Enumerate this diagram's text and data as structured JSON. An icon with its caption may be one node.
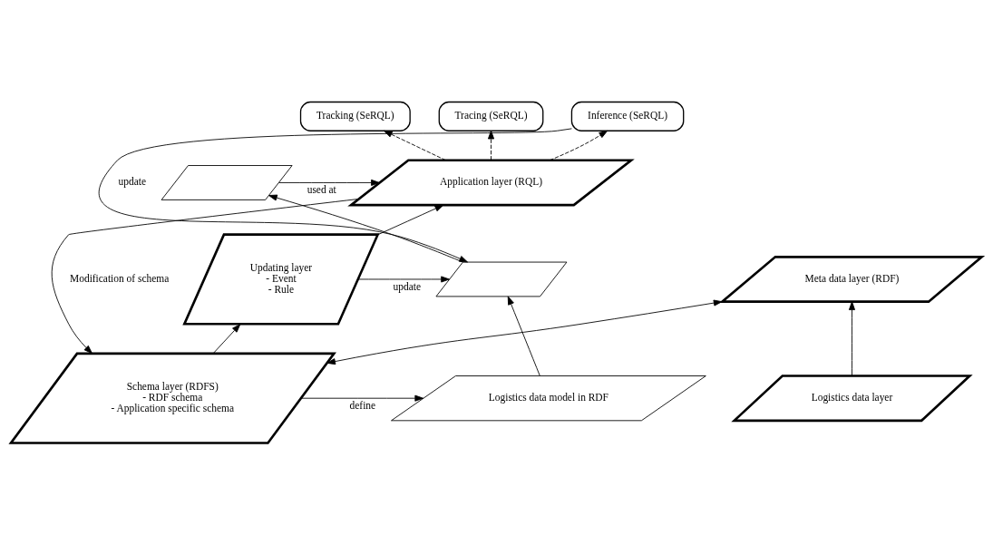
{
  "diagram": {
    "nodes": [
      {
        "text": [
          "Tracking (SeRQL)"
        ]
      },
      {
        "text": [
          "Tracing (SeRQL)"
        ]
      },
      {
        "text": [
          "Inference (SeRQL)"
        ]
      },
      {
        "text": [],
        "shape": "parallelogram"
      },
      {
        "text": [],
        "shape": "parallelogram"
      },
      {
        "text": [
          "Logistics data model in RDF"
        ]
      },
      {
        "text": [
          "Application layer (RQL)"
        ]
      },
      {
        "text": [
          "Updating layer",
          "- Event",
          "- Rule"
        ]
      },
      {
        "text": [
          "Schema layer (RDFS)",
          "- RDF schema",
          "- Application specific schema"
        ]
      },
      {
        "text": [
          "Meta data layer (RDF)"
        ]
      },
      {
        "text": [
          "Logistics data layer"
        ]
      }
    ],
    "edges": [
      {
        "from": 6,
        "to": 0,
        "arrow": "to",
        "style": "dashed"
      },
      {
        "from": 6,
        "to": 1,
        "arrow": "to",
        "style": "dashed"
      },
      {
        "from": 6,
        "to": 2,
        "arrow": "to",
        "style": "dashed"
      },
      {
        "from": 2,
        "to": 4,
        "arrow": "to",
        "label": "update"
      },
      {
        "from": 3,
        "to": 6,
        "arrow": "to",
        "label": "used at"
      },
      {
        "from": 4,
        "to": 3,
        "arrow": "to"
      },
      {
        "from": 7,
        "to": 4,
        "arrow": "to",
        "label": "update"
      },
      {
        "from": 5,
        "to": 4,
        "arrow": "to"
      },
      {
        "from": 8,
        "to": 5,
        "arrow": "to",
        "label": "define"
      },
      {
        "from": 6,
        "to": 8,
        "arrow": "to",
        "label": "Modification of schema"
      },
      {
        "from": 7,
        "to": 6,
        "arrow": "to"
      },
      {
        "from": 8,
        "to": 7,
        "arrow": "to"
      },
      {
        "from": 9,
        "to": 8,
        "arrow": "both"
      },
      {
        "from": 10,
        "to": 9,
        "arrow": "to"
      }
    ]
  }
}
